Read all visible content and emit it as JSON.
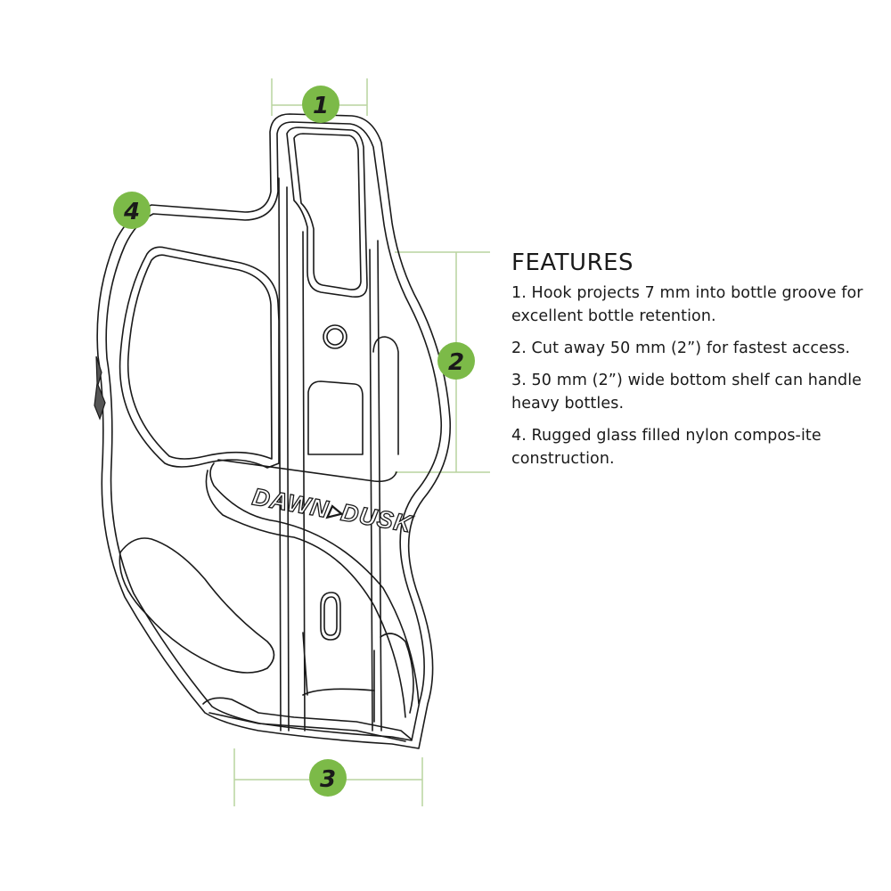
{
  "diagram": {
    "brand_logo_text": "DAWN▸DUSK",
    "accent_color": "#7cba48",
    "dimension_line_color": "#b9d49f",
    "line_color": "#1a1a1a",
    "callouts": [
      {
        "number": "1",
        "target": "hook"
      },
      {
        "number": "2",
        "target": "cut away"
      },
      {
        "number": "3",
        "target": "bottom shelf"
      },
      {
        "number": "4",
        "target": "composite construction"
      }
    ]
  },
  "features": {
    "title": "FEATURES",
    "items": [
      {
        "label": "1. Hook projects 7 mm into bottle groove for excellent bottle retention."
      },
      {
        "label": "2. Cut away 50 mm (2”) for fastest access."
      },
      {
        "label": "3. 50 mm (2”) wide bottom shelf can handle heavy bottles."
      },
      {
        "label": "4. Rugged glass filled nylon compos-ite construction."
      }
    ]
  }
}
